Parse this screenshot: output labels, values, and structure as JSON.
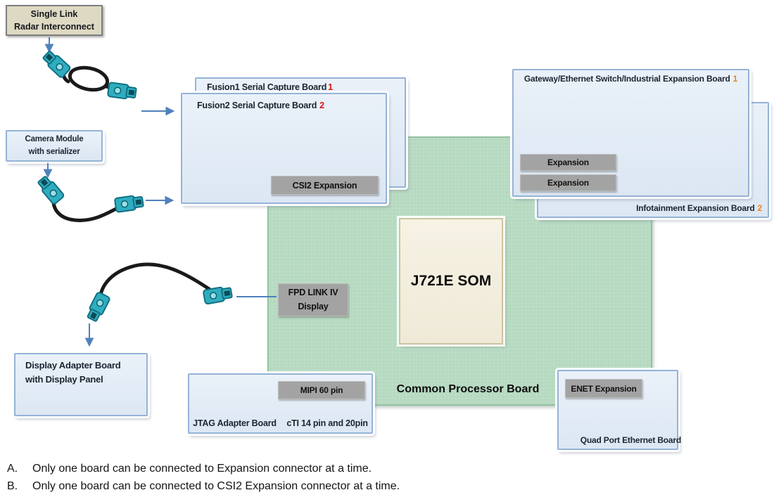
{
  "boards": {
    "radar": {
      "line1": "Single Link",
      "line2": "Radar Interconnect"
    },
    "camera": {
      "line1": "Camera Module",
      "line2": "with serializer"
    },
    "fusion1": {
      "label": "Fusion1 Serial Capture Board",
      "number": "1"
    },
    "fusion2": {
      "label": "Fusion2 Serial Capture Board",
      "number": "2"
    },
    "csi2": {
      "label": "CSI2 Expansion"
    },
    "gateway": {
      "label": "Gateway/Ethernet Switch/Industrial Expansion Board",
      "number": "1",
      "exp1": "Expansion",
      "exp2": "Expansion"
    },
    "infotainment": {
      "label": "Infotainment Expansion Board",
      "number": "2"
    },
    "som": {
      "label": "J721E SOM"
    },
    "common_processor": {
      "label": "Common Processor Board"
    },
    "fpd_link": {
      "line1": "FPD LINK IV",
      "line2": "Display"
    },
    "display_adapter": {
      "line1": "Display Adapter Board",
      "line2": "with Display Panel"
    },
    "jtag": {
      "label1": "JTAG Adapter Board",
      "label2": "cTI 14 pin and 20pin",
      "mipi": "MIPI 60 pin"
    },
    "quad_ethernet": {
      "label": "Quad Port Ethernet Board",
      "enet": "ENET Expansion"
    }
  },
  "notes": [
    {
      "id": "A.",
      "text": "Only one board can be connected to Expansion connector at a time."
    },
    {
      "id": "B.",
      "text": "Only one board can be connected to CSI2 Expansion connector at a time."
    }
  ],
  "colors": {
    "arrow_blue": "#4f81bd",
    "connector_teal": "#2fadbf",
    "cable_black": "#1a1a1a",
    "number_red": "#e01313",
    "number_orange": "#e8831d",
    "processor_board_green": "#b5d9c0",
    "board_blue": "#dce7f3",
    "chip_gray": "#a3a3a3",
    "radar_box_tan": "#ded9c2",
    "som_beige": "#f2eede"
  }
}
